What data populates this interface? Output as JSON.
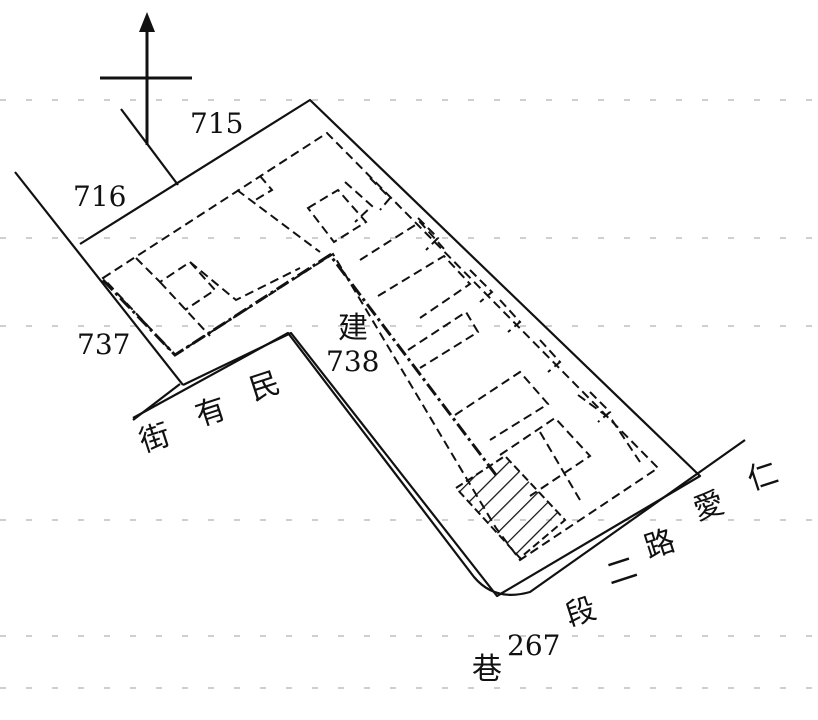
{
  "parcel_numbers": {
    "p715": "715",
    "p716": "716",
    "p737": "737",
    "p738": "738"
  },
  "building_label": "建",
  "street_minyou": [
    "民",
    "有",
    "街"
  ],
  "road_aiyin": [
    "仁",
    "愛",
    "路",
    "二",
    "段"
  ],
  "lane": {
    "number": "267",
    "suffix": "巷"
  },
  "icons": {
    "north": "north-arrow-icon"
  },
  "colors": {
    "line": "#111111",
    "dash": "#cfcfcf"
  }
}
